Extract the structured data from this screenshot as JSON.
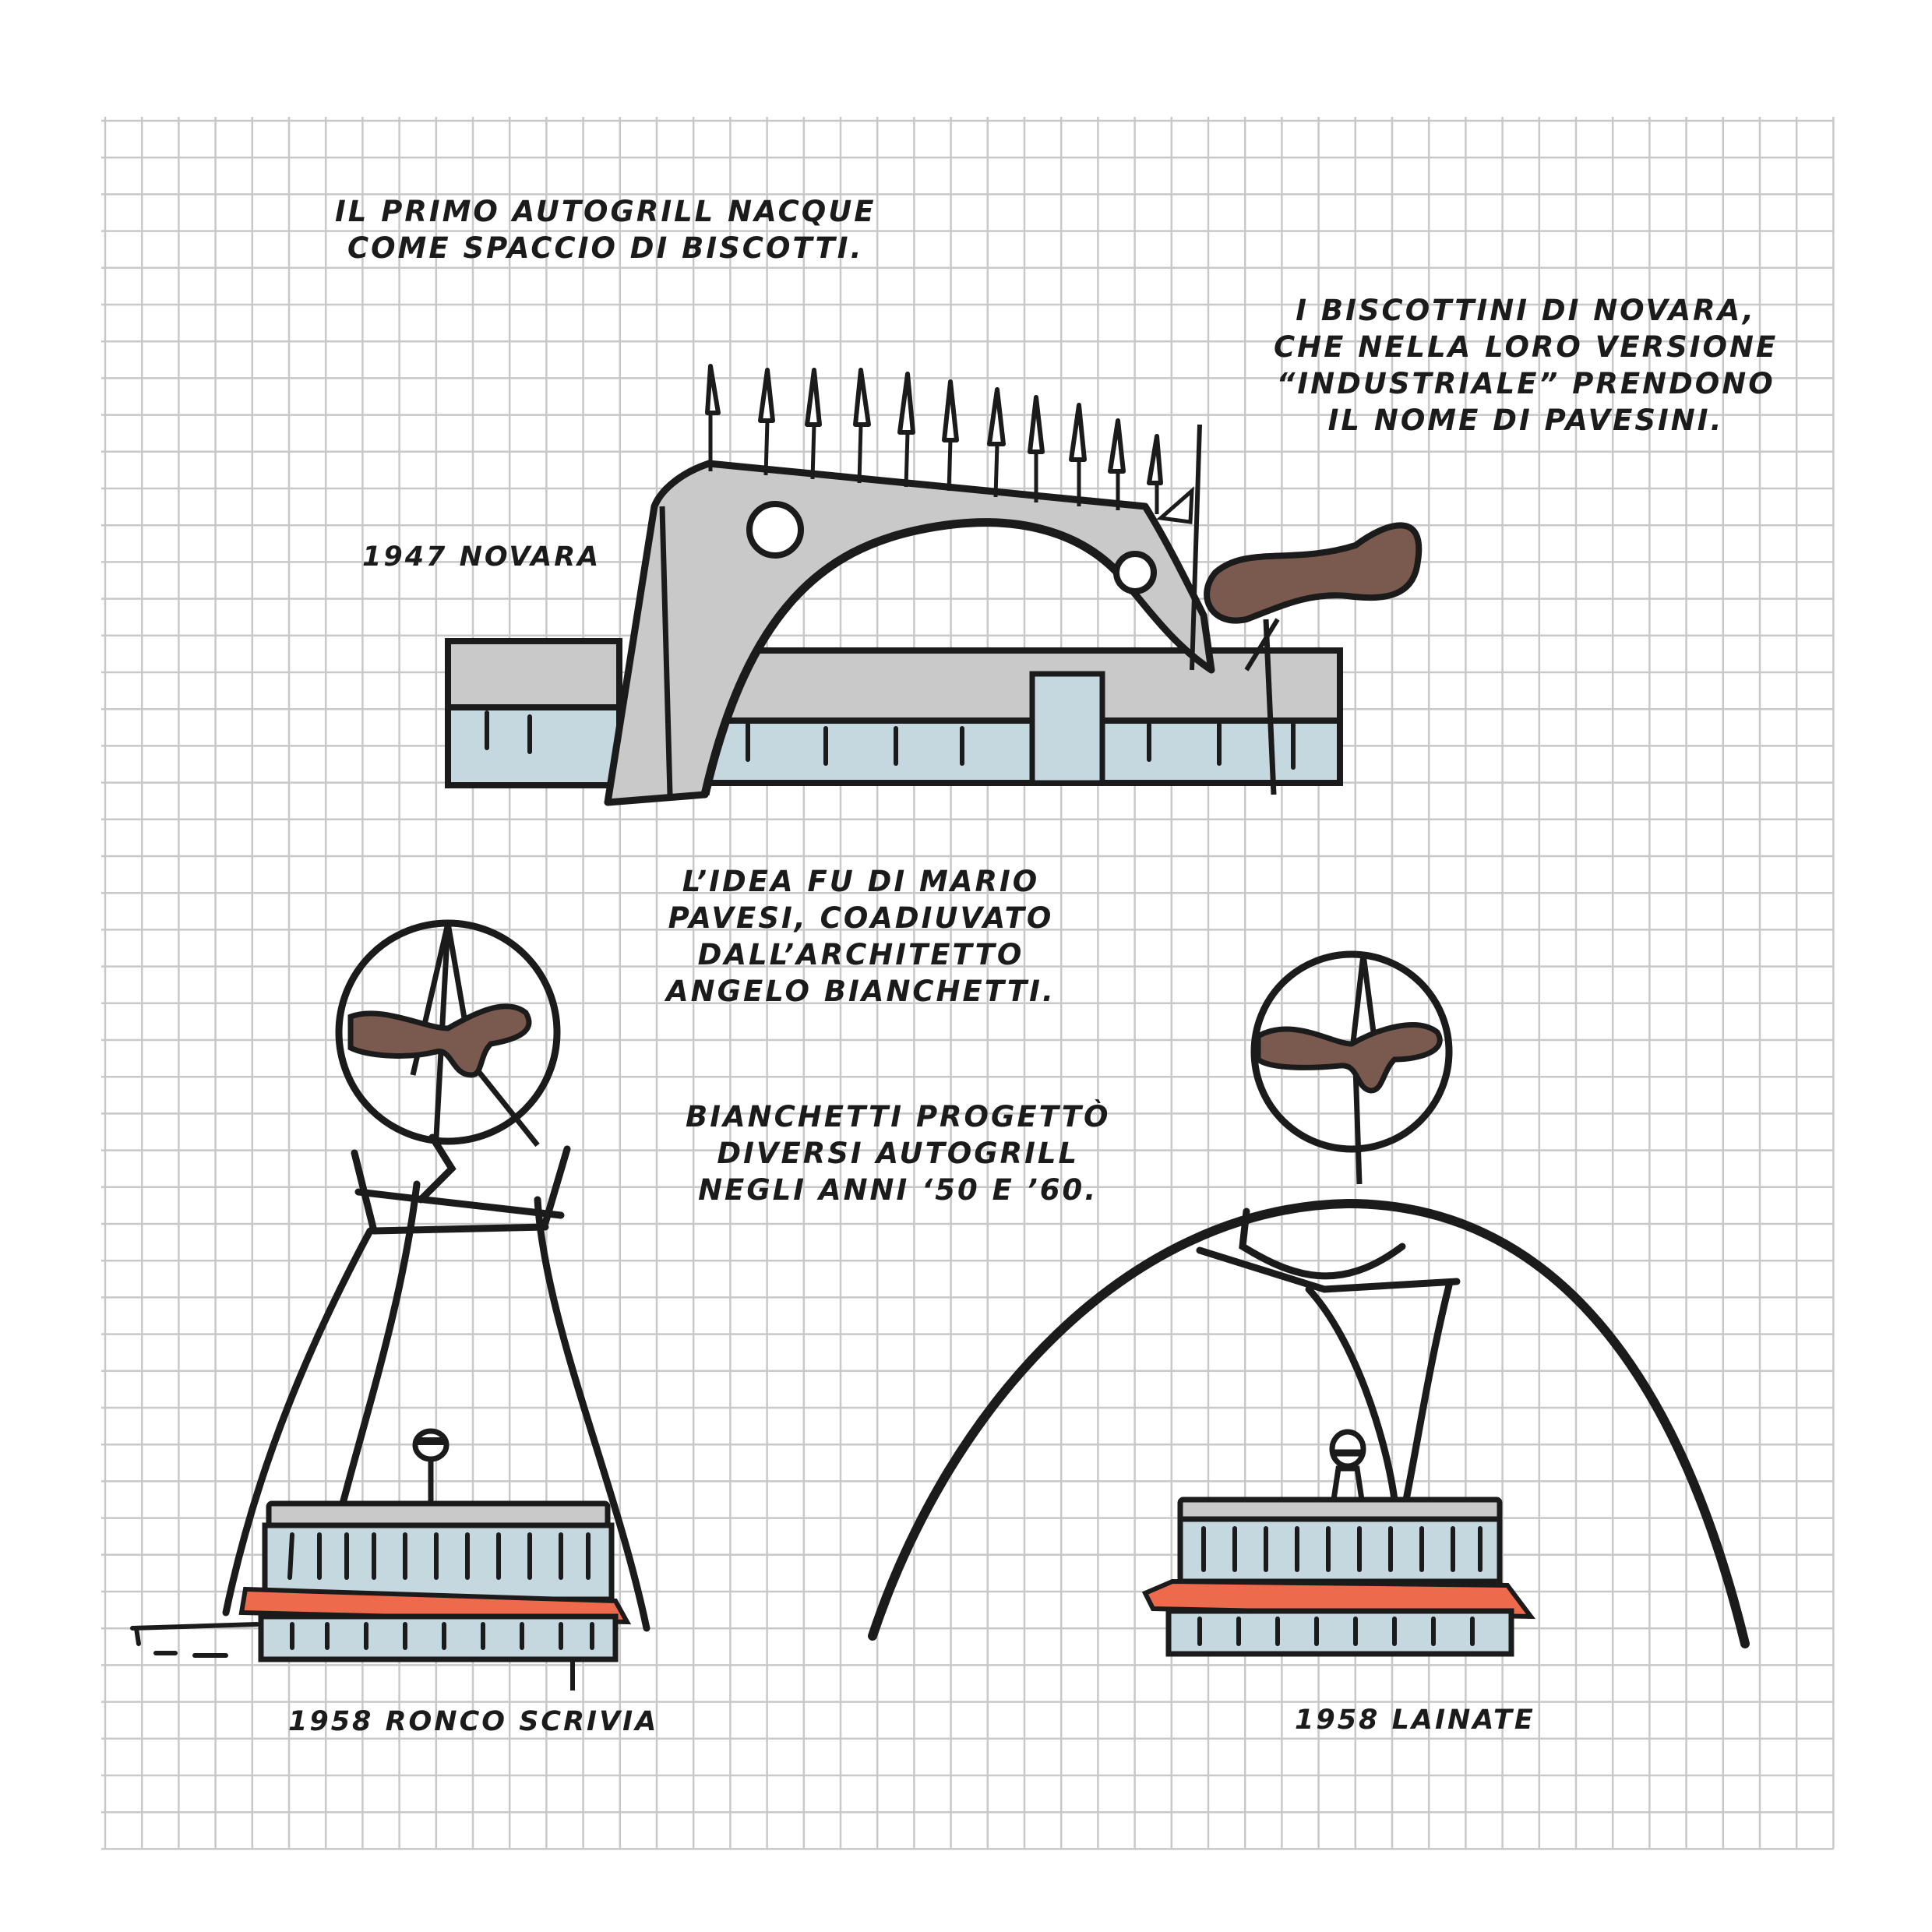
{
  "colors": {
    "grid_line": "#c8c8c8",
    "ink": "#1b1b1b",
    "concrete_gray": "#c9c9c9",
    "glass_blue": "#c5d8e0",
    "biscuit_brown": "#7a5a4f",
    "accent_red": "#ee6a4d"
  },
  "captions": {
    "intro": [
      "IL PRIMO AUTOGRILL NACQUE",
      "COME SPACCIO DI BISCOTTI."
    ],
    "biscuits": [
      "I BISCOTTINI DI NOVARA,",
      "CHE NELLA LORO VERSIONE",
      "“INDUSTRIALE” PRENDONO",
      "IL NOME DI PAVESINI."
    ],
    "idea": [
      "L’IDEA FU DI MARIO",
      "PAVESI, COADIUVATO",
      "DALL’ARCHITETTO",
      "ANGELO BIANCHETTI."
    ],
    "bianchetti": [
      "BIANCHETTI PROGETTÒ",
      "DIVERSI AUTOGRILL",
      "NEGLI ANNI ‘50 E ’60."
    ]
  },
  "labels": {
    "novara": "1947 NOVARA",
    "ronco": "1958 RONCO SCRIVIA",
    "lainate": "1958 LAINATE"
  }
}
